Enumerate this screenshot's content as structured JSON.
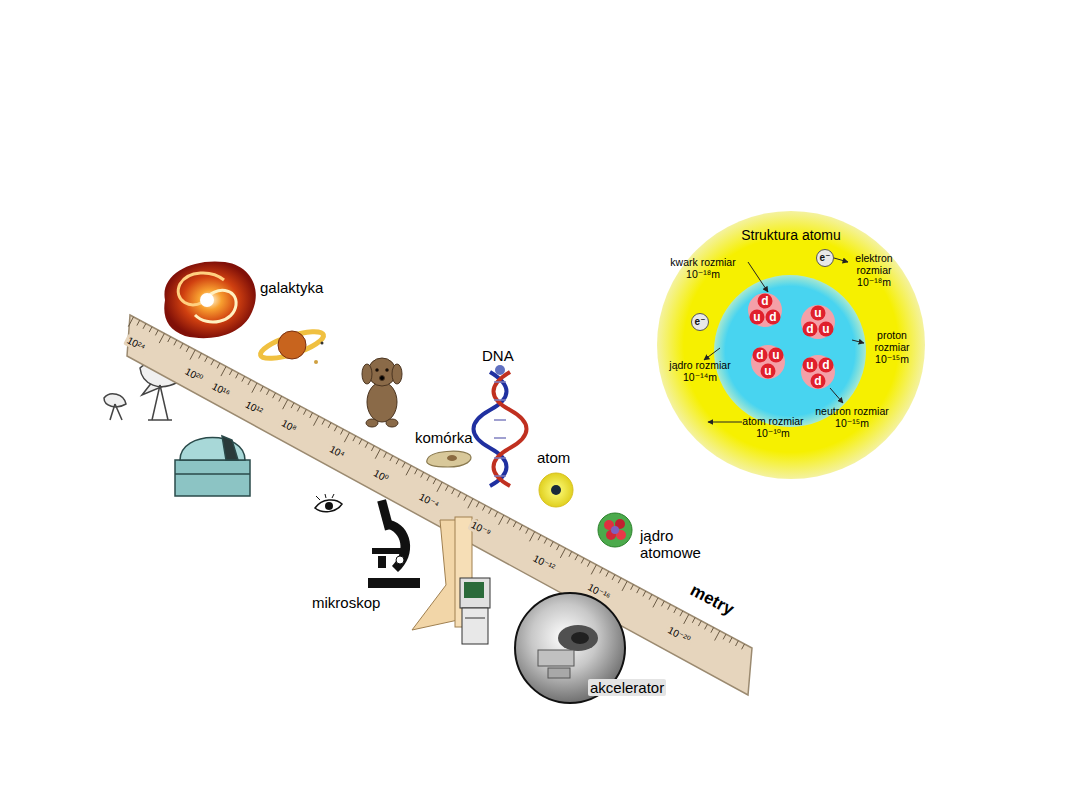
{
  "diagram": {
    "nodes": [
      {
        "text": [
          "Struktura atomu"
        ]
      },
      {
        "text": [
          "d",
          "u",
          "d"
        ],
        "in": 0
      },
      {
        "text": [
          "u",
          "d",
          "u"
        ],
        "in": 0
      },
      {
        "text": [
          "d",
          "u",
          "u"
        ],
        "in": 0
      },
      {
        "text": [
          "u",
          "d",
          "d"
        ],
        "in": 0
      },
      {
        "text": [
          "e⁻"
        ],
        "in": 0
      },
      {
        "text": [
          "e⁻"
        ],
        "in": 0
      }
    ],
    "labels": [
      "galaktyka",
      "DNA",
      "komórka",
      "atom",
      "jądro atomowe",
      "mikroskop",
      "akcelerator",
      "metry",
      "10²⁴",
      "10²⁰",
      "10¹⁶",
      "10¹²",
      "10⁸",
      "10⁴",
      "10⁰",
      "10⁻⁴",
      "10⁻⁹",
      "10⁻¹²",
      "10⁻¹⁶",
      "10⁻²⁰",
      "kwark rozmiar 10⁻¹⁸m",
      "elektron rozmiar 10⁻¹⁸m",
      "proton rozmiar 10⁻¹⁵m",
      "jądro rozmiar 10⁻¹⁴m",
      "atom rozmiar 10⁻¹⁰m",
      "neutron rozmiar 10⁻¹⁵m"
    ]
  }
}
